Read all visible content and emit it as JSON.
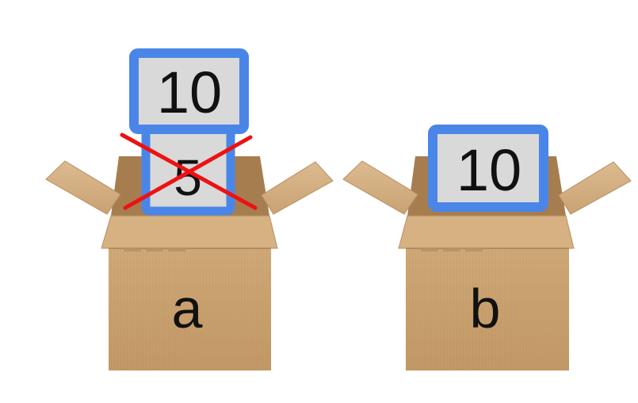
{
  "boxes": [
    {
      "label": "a",
      "old_value": "5",
      "new_value": "10"
    },
    {
      "label": "b",
      "value": "10"
    }
  ],
  "colors": {
    "card_border": "#4a86e8",
    "card_fill": "#d9d9d9",
    "cross": "#ee1111",
    "cardboard": "#c8a173",
    "cardboard_dark": "#b38a5e",
    "cardboard_light": "#d8b487"
  }
}
